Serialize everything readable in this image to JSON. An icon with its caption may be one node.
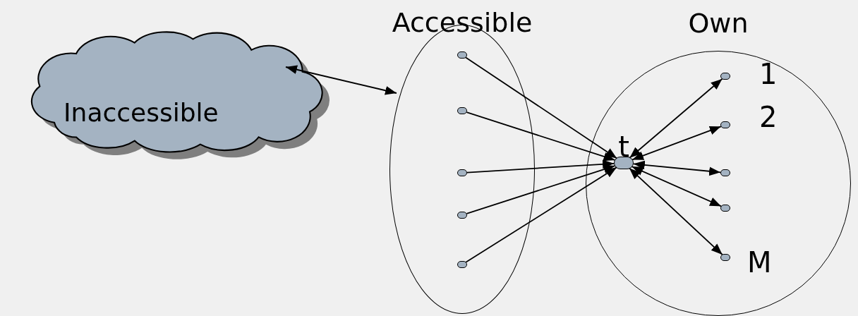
{
  "diagram": {
    "nodes": [
      {
        "text": [
          "Inaccessible"
        ]
      },
      {
        "text": [
          "Accessible"
        ]
      },
      {
        "text": [
          "Own"
        ]
      },
      {
        "text": [],
        "shape": "circle",
        "in": 1
      },
      {
        "text": [],
        "shape": "circle",
        "in": 1
      },
      {
        "text": [],
        "shape": "circle",
        "in": 1
      },
      {
        "text": [],
        "shape": "circle",
        "in": 1
      },
      {
        "text": [],
        "shape": "circle",
        "in": 1
      },
      {
        "text": [
          "t"
        ],
        "in": 2
      },
      {
        "text": [],
        "shape": "circle",
        "in": 2,
        "beside": [
          "1"
        ]
      },
      {
        "text": [],
        "shape": "circle",
        "in": 2,
        "beside": [
          "2"
        ]
      },
      {
        "text": [],
        "shape": "circle",
        "in": 2
      },
      {
        "text": [],
        "shape": "circle",
        "in": 2
      },
      {
        "text": [],
        "shape": "circle",
        "in": 2,
        "beside": [
          "M"
        ]
      }
    ],
    "edges": [
      {
        "from": 0,
        "to": 1,
        "arrow": "both"
      },
      {
        "from": 3,
        "to": 8,
        "arrow": "to"
      },
      {
        "from": 4,
        "to": 8,
        "arrow": "to"
      },
      {
        "from": 5,
        "to": 8,
        "arrow": "to"
      },
      {
        "from": 6,
        "to": 8,
        "arrow": "to"
      },
      {
        "from": 7,
        "to": 8,
        "arrow": "to"
      },
      {
        "from": 8,
        "to": 9,
        "arrow": "both"
      },
      {
        "from": 8,
        "to": 10,
        "arrow": "both"
      },
      {
        "from": 8,
        "to": 11,
        "arrow": "both"
      },
      {
        "from": 8,
        "to": 12,
        "arrow": "both"
      },
      {
        "from": 8,
        "to": 13,
        "arrow": "both"
      }
    ]
  }
}
